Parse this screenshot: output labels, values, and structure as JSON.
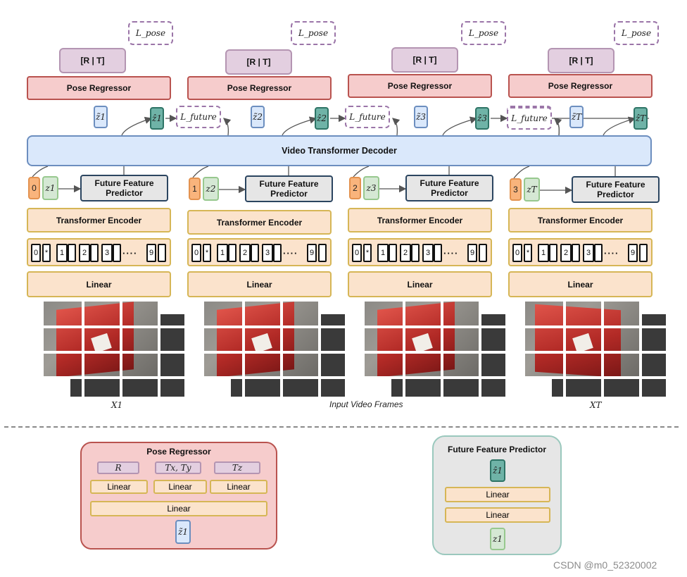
{
  "columns": [
    {
      "lpose": "L_pose",
      "rt": "[R | T]",
      "pose": "Pose Regressor",
      "z_tilde": "z̃1",
      "z_hat": "ẑ1",
      "lfuture": "L_future",
      "idx": "0",
      "z": "z1",
      "ffp": "Future Feature Predictor",
      "encoder": "Transformer Encoder",
      "tokens": [
        "0",
        "*",
        "1",
        "2",
        "3",
        "····",
        "9"
      ],
      "linear": "Linear"
    },
    {
      "lpose": "L_pose",
      "rt": "[R | T]",
      "pose": "Pose Regressor",
      "z_tilde": "z̃2",
      "z_hat": "ẑ2",
      "lfuture": "L_future",
      "idx": "1",
      "z": "z2",
      "ffp": "Future Feature Predictor",
      "encoder": "Transformer Encoder",
      "tokens": [
        "0",
        "*",
        "1",
        "2",
        "3",
        "····",
        "9"
      ],
      "linear": "Linear"
    },
    {
      "lpose": "L_pose",
      "rt": "[R | T]",
      "pose": "Pose Regressor",
      "z_tilde": "z̃3",
      "z_hat": "ẑ3",
      "lfuture": "L_future",
      "idx": "2",
      "z": "z3",
      "ffp": "Future Feature Predictor",
      "encoder": "Transformer Encoder",
      "tokens": [
        "0",
        "*",
        "1",
        "2",
        "3",
        "····",
        "9"
      ],
      "linear": "Linear"
    },
    {
      "lpose": "L_pose",
      "rt": "[R | T]",
      "pose": "Pose Regressor",
      "z_tilde": "z̃T",
      "z_hat": "ẑT",
      "lfuture": "L_future",
      "idx": "3",
      "z": "zT",
      "ffp": "Future Feature Predictor",
      "encoder": "Transformer Encoder",
      "tokens": [
        "0",
        "*",
        "1",
        "2",
        "3",
        "····",
        "9"
      ],
      "linear": "Linear"
    }
  ],
  "decoder_label": "Video Transformer Decoder",
  "frame_captions": {
    "first": "X1",
    "middle": "Input Video Frames",
    "last": "XT"
  },
  "pose_detail": {
    "title": "Pose Regressor",
    "outputs": [
      "R",
      "Tx, Ty",
      "Tz"
    ],
    "linears": [
      "Linear",
      "Linear",
      "Linear"
    ],
    "shared_linear": "Linear",
    "input": "z̃1"
  },
  "ffp_detail": {
    "title": "Future Feature Predictor",
    "output": "ẑ1",
    "linears": [
      "Linear",
      "Linear"
    ],
    "input": "z1"
  },
  "watermark": "CSDN @m0_52320002",
  "colors": {
    "pose_fill": "#f6cccc",
    "pose_border": "#b9534f",
    "rt_fill": "#e3cfe0",
    "decoder_fill": "#dae8fb",
    "decoder_border": "#6c8ebf",
    "zhat_fill": "#6fb3a7",
    "encoder_fill": "#fbe3cc",
    "encoder_border": "#d6b656",
    "ffp_fill": "#e6e6e6",
    "ffp_border": "#2b4560",
    "index_fill": "#f9b47c",
    "z_fill": "#d5e8d4"
  }
}
